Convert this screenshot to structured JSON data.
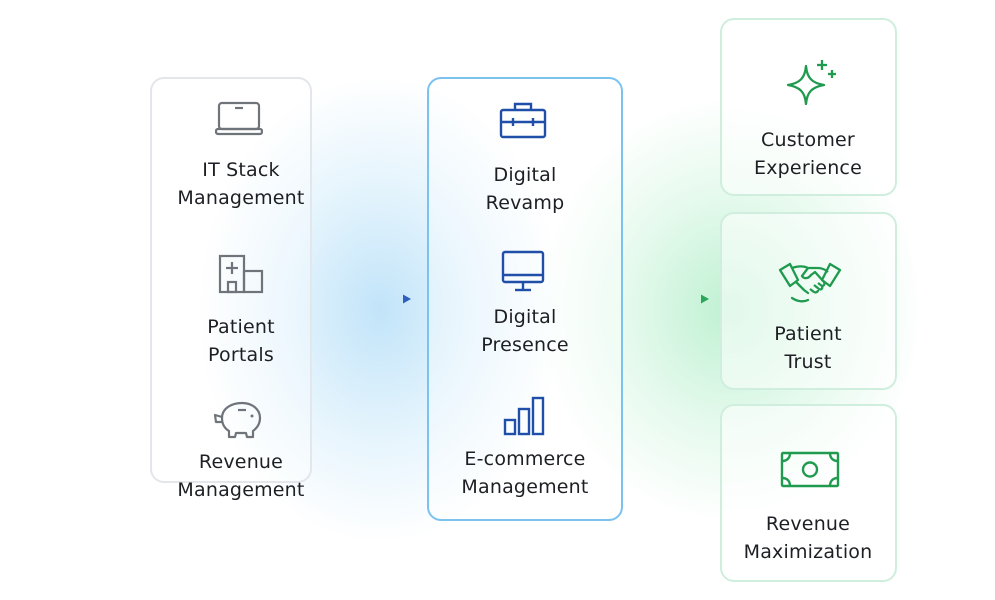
{
  "colors": {
    "left_icon": "#6f747b",
    "mid_icon": "#1f4fa8",
    "right_icon": "#1f9a4e",
    "arrow_blue": "#2f5fbf",
    "arrow_green": "#2aa85a",
    "text": "#1d1f24"
  },
  "left_column": {
    "items": [
      {
        "icon": "laptop-icon",
        "line1": "IT Stack",
        "line2": "Management"
      },
      {
        "icon": "hospital-icon",
        "line1": "Patient",
        "line2": "Portals"
      },
      {
        "icon": "piggy-bank-icon",
        "line1": "Revenue",
        "line2": "Management"
      }
    ]
  },
  "middle_column": {
    "items": [
      {
        "icon": "briefcase-icon",
        "line1": "Digital",
        "line2": "Revamp"
      },
      {
        "icon": "monitor-icon",
        "line1": "Digital",
        "line2": "Presence"
      },
      {
        "icon": "bar-chart-icon",
        "line1": "E-commerce",
        "line2": "Management"
      }
    ]
  },
  "right_column": {
    "items": [
      {
        "icon": "sparkle-icon",
        "line1": "Customer",
        "line2": "Experience"
      },
      {
        "icon": "handshake-icon",
        "line1": "Patient",
        "line2": "Trust"
      },
      {
        "icon": "banknote-icon",
        "line1": "Revenue",
        "line2": "Maximization"
      }
    ]
  }
}
